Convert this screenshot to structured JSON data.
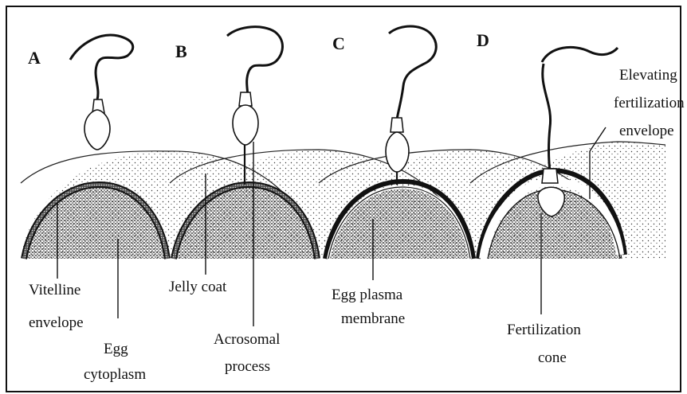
{
  "panels": [
    {
      "letter": "A"
    },
    {
      "letter": "B"
    },
    {
      "letter": "C"
    },
    {
      "letter": "D"
    }
  ],
  "labels": {
    "vitelline_envelope": [
      "Vitelline",
      "envelope"
    ],
    "egg_cytoplasm": [
      "Egg",
      "cytoplasm"
    ],
    "jelly_coat": [
      "Jelly coat"
    ],
    "acrosomal_process": [
      "Acrosomal",
      "process"
    ],
    "egg_plasma_membrane": [
      "Egg plasma",
      "membrane"
    ],
    "elevating_fertilization_envelope": [
      "Elevating",
      "fertilization",
      "envelope"
    ],
    "fertilization_cone": [
      "Fertilization",
      "cone"
    ]
  },
  "colors": {
    "ink": "#111111",
    "background": "#ffffff"
  }
}
